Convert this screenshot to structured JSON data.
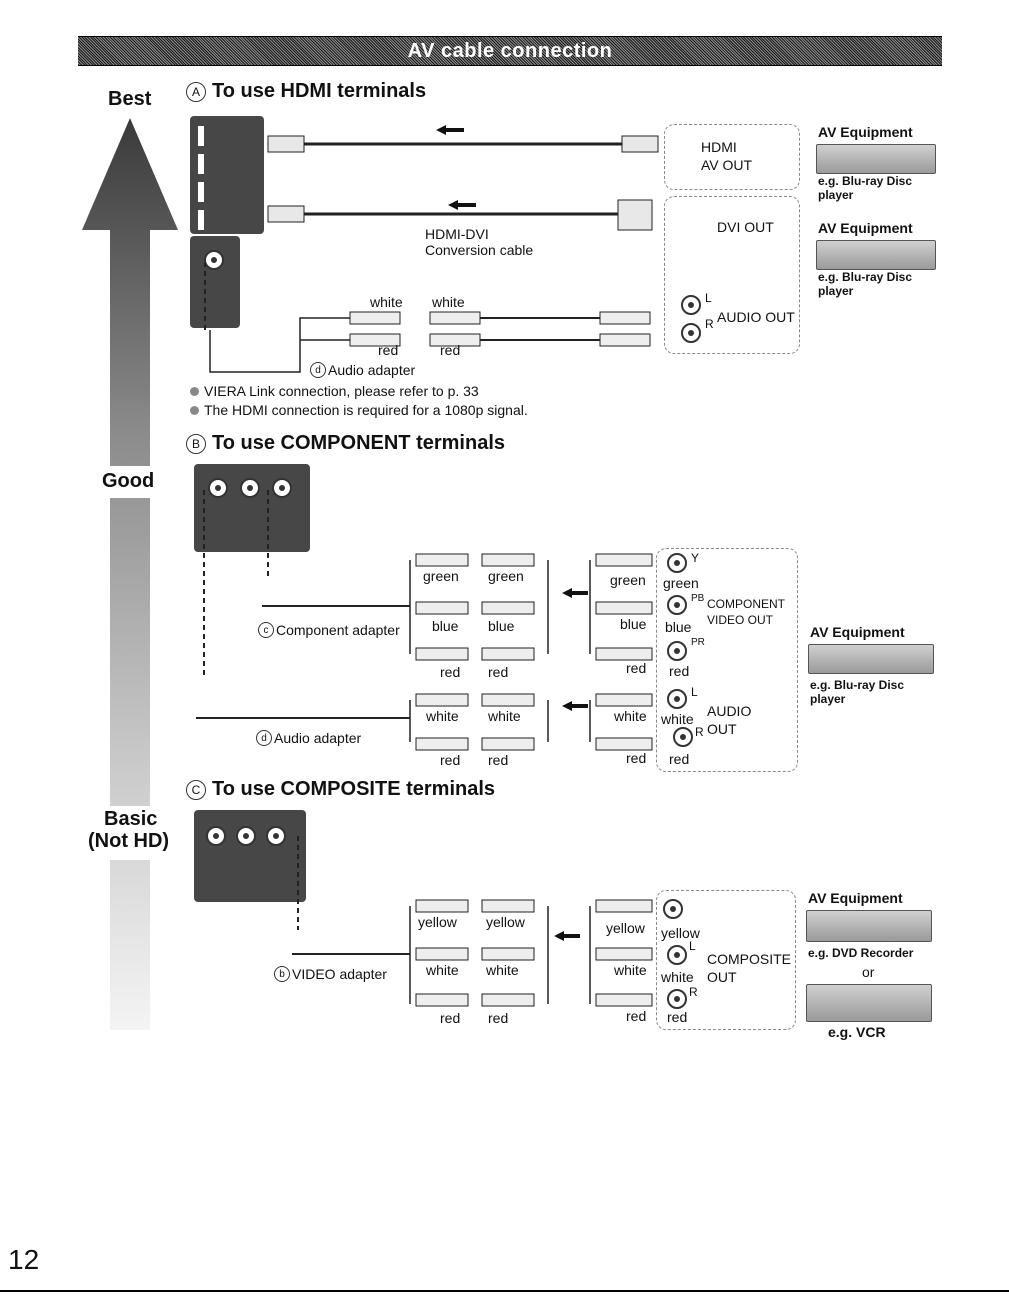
{
  "banner": {
    "title": "AV cable connection"
  },
  "quality": {
    "best": "Best",
    "good": "Good",
    "basic": "Basic",
    "not_hd": "(Not HD)"
  },
  "section_a": {
    "badge": "A",
    "title": "To use HDMI terminals",
    "hdmi_dvi_line1": "HDMI-DVI",
    "hdmi_dvi_line2": "Conversion cable",
    "white_left": "white",
    "white_right": "white",
    "red_left": "red",
    "red_right": "red",
    "adapter_badge": "d",
    "adapter_label": "Audio adapter",
    "hdmi_out_line1": "HDMI",
    "hdmi_out_line2": "AV OUT",
    "dvi_out": "DVI OUT",
    "audio_l": "L",
    "audio_r": "R",
    "audio_out": "AUDIO OUT",
    "equip1_title": "AV Equipment",
    "equip1_eg": "e.g. Blu-ray Disc player",
    "equip2_title": "AV Equipment",
    "equip2_eg": "e.g. Blu-ray Disc player",
    "note1": "VIERA Link connection, please refer to p. 33",
    "note2": "The HDMI connection is required for a 1080p signal."
  },
  "section_b": {
    "badge": "B",
    "title": "To use COMPONENT terminals",
    "green_l": "green",
    "green_r": "green",
    "green_d": "green",
    "green_j": "green",
    "blue_l": "blue",
    "blue_r": "blue",
    "blue_d": "blue",
    "blue_j": "blue",
    "red_l": "red",
    "red_r": "red",
    "red_d": "red",
    "red_j": "red",
    "white_l": "white",
    "white_r": "white",
    "white_d": "white",
    "white_j": "white",
    "red2_l": "red",
    "red2_r": "red",
    "red2_d": "red",
    "red2_j": "red",
    "comp_adapter_badge": "c",
    "comp_adapter": "Component adapter",
    "audio_adapter_badge": "d",
    "audio_adapter": "Audio adapter",
    "y": "Y",
    "pb": "PB",
    "pr": "PR",
    "comp_out_line1": "COMPONENT",
    "comp_out_line2": "VIDEO OUT",
    "l": "L",
    "r": "R",
    "audio_line1": "AUDIO",
    "audio_line2": "OUT",
    "equip_title": "AV Equipment",
    "equip_eg": "e.g. Blu-ray Disc player"
  },
  "section_c": {
    "badge": "C",
    "title": "To use COMPOSITE terminals",
    "yellow_l": "yellow",
    "yellow_r": "yellow",
    "yellow_d": "yellow",
    "yellow_j": "yellow",
    "white_l": "white",
    "white_r": "white",
    "white_d": "white",
    "white_j": "white",
    "red_l": "red",
    "red_r": "red",
    "red_d": "red",
    "red_j": "red",
    "video_adapter_badge": "b",
    "video_adapter": "VIDEO adapter",
    "l": "L",
    "r": "R",
    "composite_line1": "COMPOSITE",
    "composite_line2": "OUT",
    "equip_title": "AV Equipment",
    "equip_eg1": "e.g. DVD Recorder",
    "equip_or": "or",
    "equip_eg2": "e.g. VCR"
  },
  "page_number": "12"
}
